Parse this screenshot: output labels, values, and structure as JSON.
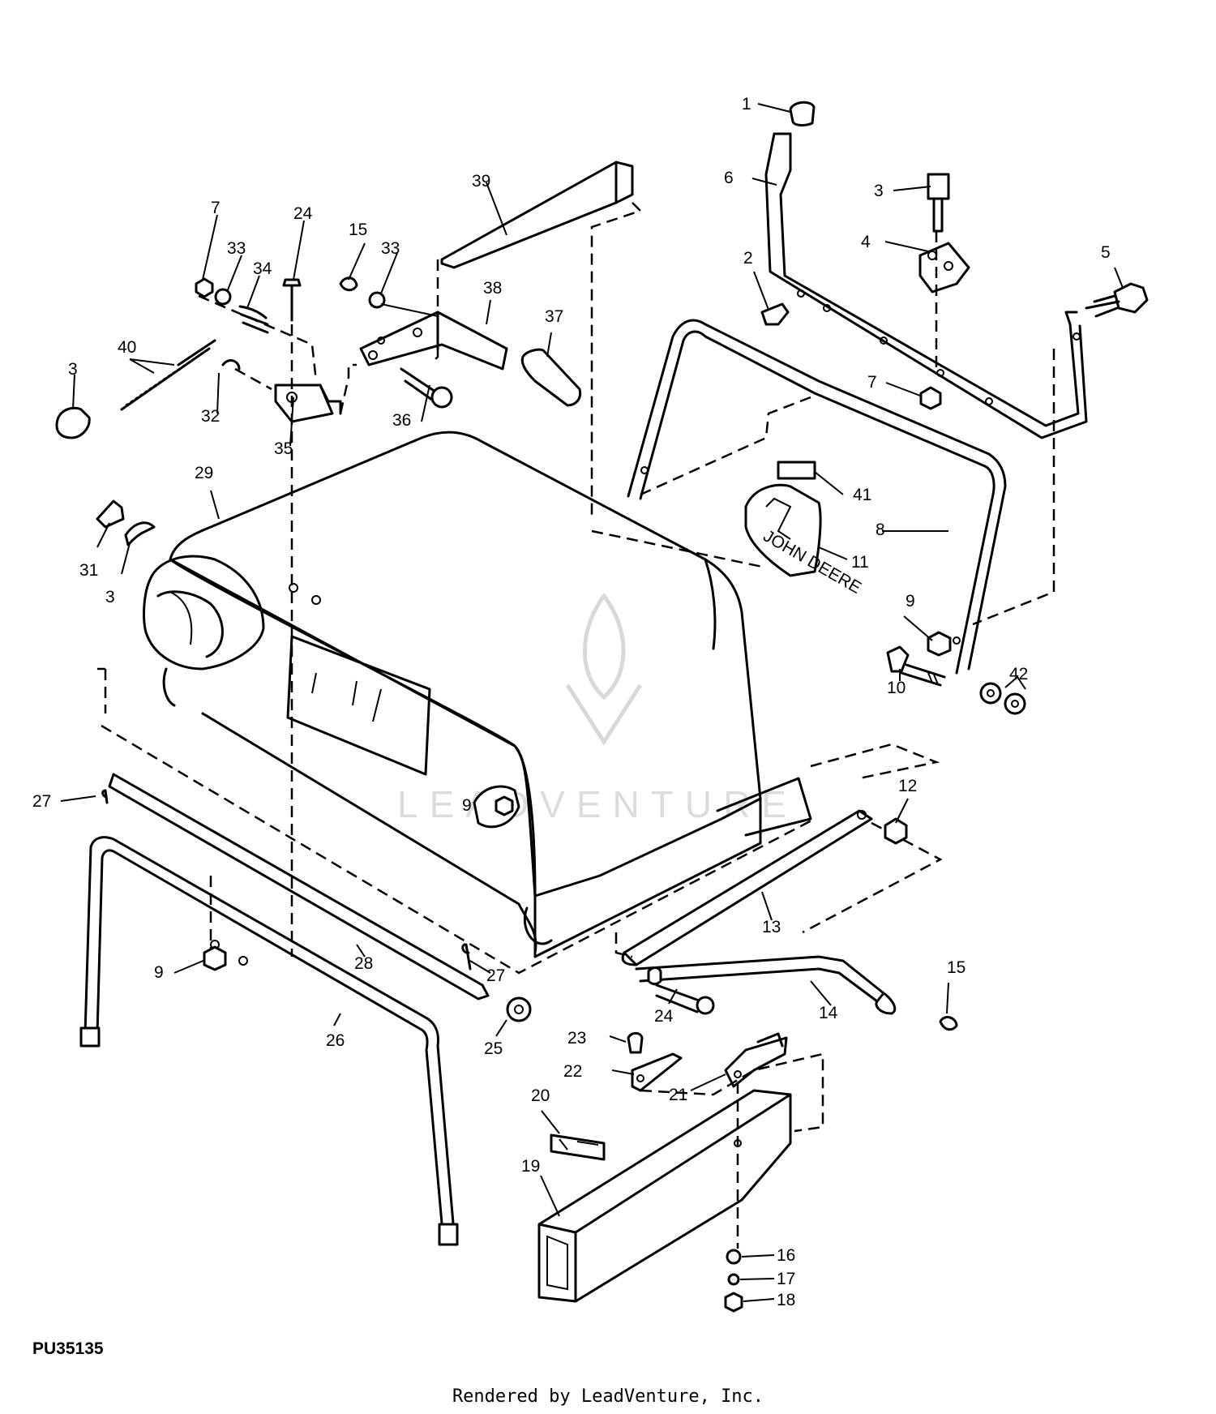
{
  "diagram": {
    "reference_code": "PU35135",
    "footer": "Rendered by LeadVenture, Inc.",
    "decal_text": "JOHN DEERE",
    "watermark_text": "LEADVENTURE",
    "callouts": [
      {
        "id": "c1",
        "label": "1"
      },
      {
        "id": "c2",
        "label": "2"
      },
      {
        "id": "c3a",
        "label": "3"
      },
      {
        "id": "c3b",
        "label": "3"
      },
      {
        "id": "c3c",
        "label": "3"
      },
      {
        "id": "c4",
        "label": "4"
      },
      {
        "id": "c5",
        "label": "5"
      },
      {
        "id": "c6",
        "label": "6"
      },
      {
        "id": "c7a",
        "label": "7"
      },
      {
        "id": "c7b",
        "label": "7"
      },
      {
        "id": "c8",
        "label": "8"
      },
      {
        "id": "c9a",
        "label": "9"
      },
      {
        "id": "c9b",
        "label": "9"
      },
      {
        "id": "c9c",
        "label": "9"
      },
      {
        "id": "c10",
        "label": "10"
      },
      {
        "id": "c11",
        "label": "11"
      },
      {
        "id": "c12",
        "label": "12"
      },
      {
        "id": "c13",
        "label": "13"
      },
      {
        "id": "c14",
        "label": "14"
      },
      {
        "id": "c15a",
        "label": "15"
      },
      {
        "id": "c15b",
        "label": "15"
      },
      {
        "id": "c16",
        "label": "16"
      },
      {
        "id": "c17",
        "label": "17"
      },
      {
        "id": "c18",
        "label": "18"
      },
      {
        "id": "c19",
        "label": "19"
      },
      {
        "id": "c20",
        "label": "20"
      },
      {
        "id": "c21",
        "label": "21"
      },
      {
        "id": "c22",
        "label": "22"
      },
      {
        "id": "c23",
        "label": "23"
      },
      {
        "id": "c24a",
        "label": "24"
      },
      {
        "id": "c24b",
        "label": "24"
      },
      {
        "id": "c25",
        "label": "25"
      },
      {
        "id": "c26",
        "label": "26"
      },
      {
        "id": "c27a",
        "label": "27"
      },
      {
        "id": "c27b",
        "label": "27"
      },
      {
        "id": "c28",
        "label": "28"
      },
      {
        "id": "c29",
        "label": "29"
      },
      {
        "id": "c31",
        "label": "31"
      },
      {
        "id": "c32",
        "label": "32"
      },
      {
        "id": "c33a",
        "label": "33"
      },
      {
        "id": "c33b",
        "label": "33"
      },
      {
        "id": "c34",
        "label": "34"
      },
      {
        "id": "c35",
        "label": "35"
      },
      {
        "id": "c36",
        "label": "36"
      },
      {
        "id": "c37",
        "label": "37"
      },
      {
        "id": "c38",
        "label": "38"
      },
      {
        "id": "c39",
        "label": "39"
      },
      {
        "id": "c40",
        "label": "40"
      },
      {
        "id": "c41",
        "label": "41"
      },
      {
        "id": "c42",
        "label": "42"
      }
    ]
  }
}
